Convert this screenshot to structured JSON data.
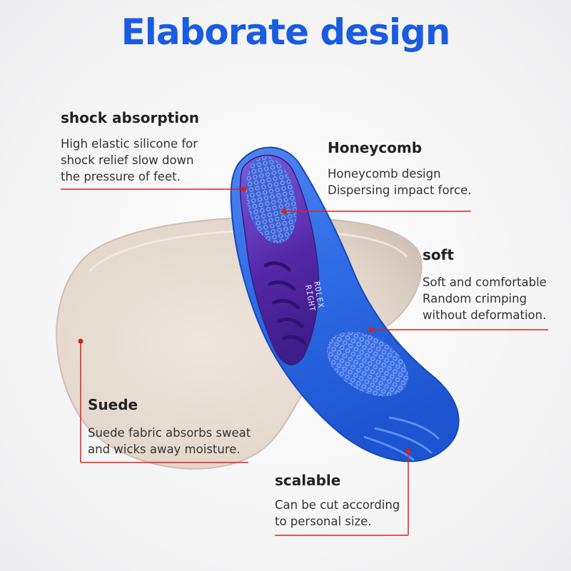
{
  "title": "Elaborate design",
  "colors": {
    "title": "#1a5ce0",
    "callout_line": "#d9221c",
    "insole_blue": "#2a6ee8",
    "insole_purple": "#5a2fb0",
    "suede": "#e8ddd3"
  },
  "insole_print": [
    "ROLEX",
    "RIGHT"
  ],
  "features": [
    {
      "title": "shock absorption",
      "lines": [
        "High elastic silicone for",
        "shock relief slow down",
        "the pressure of feet."
      ]
    },
    {
      "title": "Honeycomb",
      "lines": [
        "Honeycomb design",
        "Dispersing impact force."
      ]
    },
    {
      "title": "soft",
      "lines": [
        "Soft and comfortable",
        "Random crimping",
        "without deformation."
      ]
    },
    {
      "title": "Suede",
      "lines": [
        "Suede fabric absorbs sweat",
        "and wicks away moisture."
      ]
    },
    {
      "title": "scalable",
      "lines": [
        "Can be cut according",
        "to personal size."
      ]
    }
  ]
}
